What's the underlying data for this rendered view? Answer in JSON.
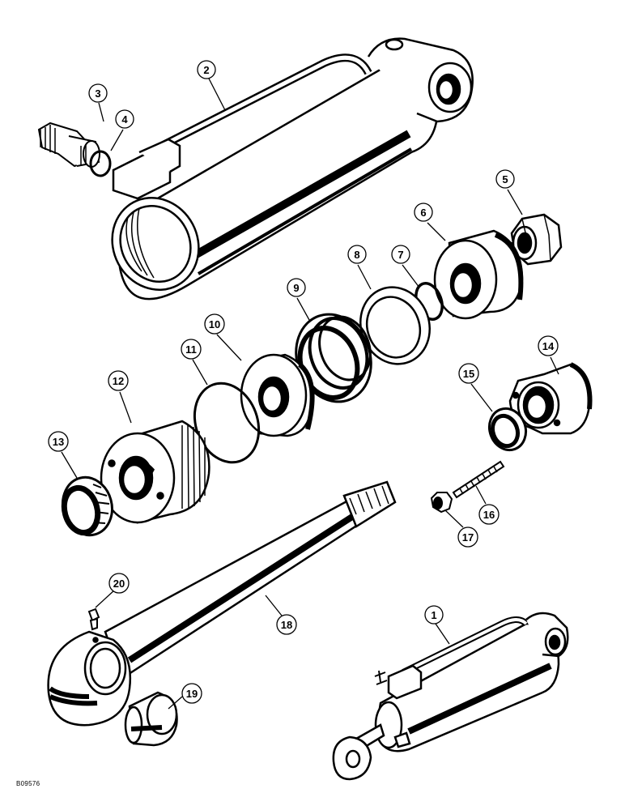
{
  "figure_id": "B09576",
  "callouts": [
    {
      "id": "1",
      "label": "1"
    },
    {
      "id": "2",
      "label": "2"
    },
    {
      "id": "3",
      "label": "3"
    },
    {
      "id": "4",
      "label": "4"
    },
    {
      "id": "5",
      "label": "5"
    },
    {
      "id": "6",
      "label": "6"
    },
    {
      "id": "7",
      "label": "7"
    },
    {
      "id": "8",
      "label": "8"
    },
    {
      "id": "9",
      "label": "9"
    },
    {
      "id": "10",
      "label": "10"
    },
    {
      "id": "11",
      "label": "11"
    },
    {
      "id": "12",
      "label": "12"
    },
    {
      "id": "13",
      "label": "13"
    },
    {
      "id": "14",
      "label": "14"
    },
    {
      "id": "15",
      "label": "15"
    },
    {
      "id": "16",
      "label": "16"
    },
    {
      "id": "17",
      "label": "17"
    },
    {
      "id": "18",
      "label": "18"
    },
    {
      "id": "19",
      "label": "19"
    },
    {
      "id": "20",
      "label": "20"
    }
  ]
}
